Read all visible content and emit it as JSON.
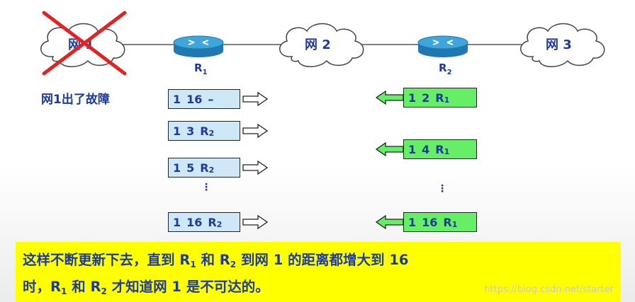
{
  "network": {
    "net1": "网 1",
    "net2": "网 2",
    "net3": "网 3",
    "r1": "R",
    "r1_sub": "1",
    "r2": "R",
    "r2_sub": "2",
    "fault": "网1出了故障"
  },
  "left_updates": [
    {
      "net": "1",
      "dist": "16",
      "hop": "–",
      "hop_sub": ""
    },
    {
      "net": "1",
      "dist": "3",
      "hop": "R",
      "hop_sub": "2"
    },
    {
      "net": "1",
      "dist": "5",
      "hop": "R",
      "hop_sub": "2"
    },
    {
      "net": "1",
      "dist": "16",
      "hop": "R",
      "hop_sub": "2"
    }
  ],
  "right_updates": [
    {
      "net": "1",
      "dist": "2",
      "hop": "R",
      "hop_sub": "1"
    },
    {
      "net": "1",
      "dist": "4",
      "hop": "R",
      "hop_sub": "1"
    },
    {
      "net": "1",
      "dist": "16",
      "hop": "R",
      "hop_sub": "1"
    }
  ],
  "ellipsis": "⋮",
  "caption": {
    "p1": "这样不断更新下去，直到 R",
    "s1": "1",
    "p2": " 和 R",
    "s2": "2",
    "p3": " 到网 1 的距离都增大到 16",
    "p4": "时，R",
    "s3": "1",
    "p5": " 和 R",
    "s4": "2",
    "p6": " 才知道网 1 是不可达的。"
  },
  "watermark": "https://blog.csdn.net/starter",
  "colors": {
    "text": "#1f3b9a",
    "left_box": "#cfe8f8",
    "right_box": "#66ee66",
    "cross": "#e52222",
    "caption_bg": "#ffff00",
    "router": "#2f95cc"
  }
}
